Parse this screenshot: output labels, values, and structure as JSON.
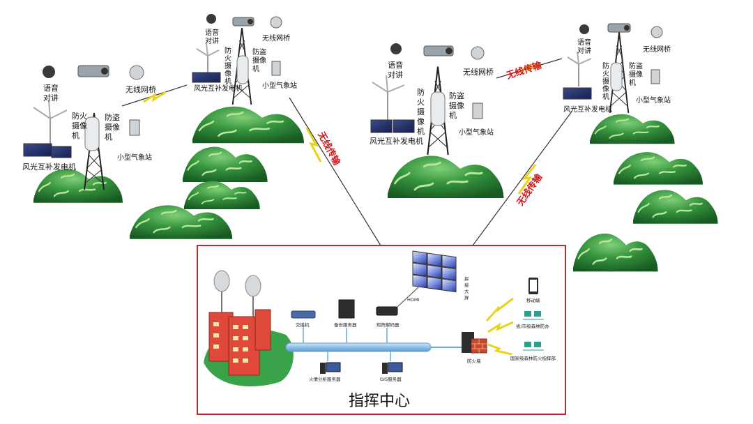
{
  "colors": {
    "hill_dark": "#1f6e2c",
    "hill_mid": "#2f8f3a",
    "hill_light": "#6cc06a",
    "wireless_red": "#d4141b",
    "bolt_yellow": "#e8d21a",
    "frame_red": "#c0282e",
    "bus_blue": "#8fc1e8",
    "building_red": "#e0483b"
  },
  "stations": [
    {
      "voice": [
        "语音",
        "对讲"
      ],
      "camera": [
        "防火",
        "摄像",
        "机"
      ],
      "security": [
        "防盗",
        "摄像",
        "机"
      ],
      "bridge": "无线网桥",
      "weather": "小型气象站",
      "power": "风光互补发电机"
    },
    {
      "voice": [
        "语音",
        "对讲"
      ],
      "camera": [
        "防",
        "火",
        "摄",
        "像",
        "机"
      ],
      "security": [
        "防盗",
        "摄像",
        "机"
      ],
      "bridge": "无线网桥",
      "weather": "小型气象站",
      "power": "风光互补发电机"
    },
    {
      "voice": [
        "语音",
        "对讲"
      ],
      "camera": [
        "防",
        "火",
        "摄",
        "像",
        "机"
      ],
      "security": [
        "防盗",
        "摄像",
        "机"
      ],
      "bridge": "无线网桥",
      "weather": "小型气象站",
      "power": "风光互补发电机"
    },
    {
      "voice": [
        "语音",
        "对讲"
      ],
      "camera": [
        "防",
        "火",
        "摄",
        "像",
        "机"
      ],
      "security": [
        "防盗",
        "摄像",
        "机"
      ],
      "bridge": "无线网桥",
      "weather": "小型气象站",
      "power": "风光互补发电机"
    }
  ],
  "wireless_label": "无线传输",
  "center": {
    "title": "指挥中心",
    "switch": "交换机",
    "backup_server": "备份服务器",
    "decoder": "矩阵解码器",
    "hdmi": "HDMI",
    "video_wall": [
      "拼",
      "接",
      "大",
      "屏"
    ],
    "analysis_server": "火情分析服务器",
    "gis_server": "GIS服务器",
    "firewall": "防火墙",
    "mobile": "移动端",
    "province_city": "省/市级森林防办",
    "national": "国家级森林防火指挥部"
  }
}
